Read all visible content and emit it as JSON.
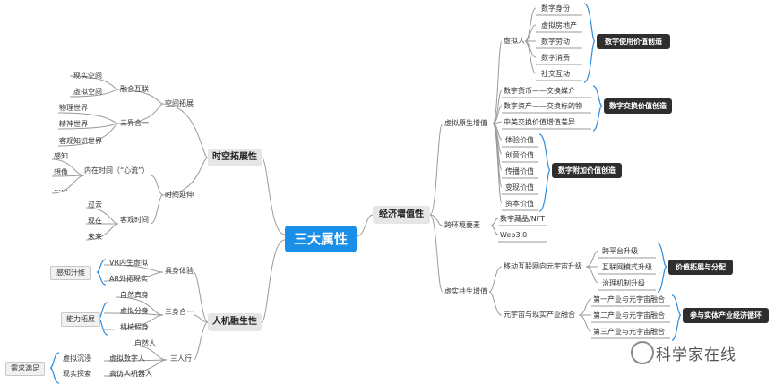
{
  "center": "三大属性",
  "left": {
    "space_time": {
      "title": "时空拓展性",
      "space": {
        "label": "空间拓展",
        "fusion": {
          "label": "融合互联",
          "items": [
            "现实空间",
            "虚拟空间"
          ]
        },
        "three_worlds": {
          "label": "三界合一",
          "items": [
            "物理世界",
            "精神世界",
            "客观知识世界"
          ]
        }
      },
      "time": {
        "label": "时间延伸",
        "inner": {
          "label": "内在时间（“心流”）",
          "items": [
            "感知",
            "想像",
            "……"
          ]
        },
        "objective": {
          "label": "客观时间",
          "items": [
            "过去",
            "现在",
            "未来"
          ]
        }
      }
    },
    "human_machine": {
      "title": "人机融生性",
      "embodied": {
        "label": "具身体验",
        "items": [
          "VR内生虚拟",
          "AR外拓现实"
        ],
        "tag": "感知升维"
      },
      "three_bodies": {
        "label": "三身合一",
        "items": [
          "自然真身",
          "虚拟分身",
          "机械假身"
        ],
        "tag": "能力拓展"
      },
      "three_people": {
        "label": "三人行",
        "items": [
          "自然人",
          "虚拟数字人",
          "高仿人机器人"
        ],
        "paired": [
          "虚拟沉浸",
          "现实探索"
        ],
        "tag": "需求满足"
      }
    }
  },
  "right": {
    "economic": {
      "title": "经济增值性",
      "virtual_native": {
        "label": "虚拟原生增值",
        "virtual_person": {
          "label": "虚拟人",
          "items": [
            "数字身份",
            "虚拟房地产",
            "数字劳动",
            "数字消费",
            "社交互动"
          ]
        },
        "exchange_items": [
          "数字货币——交换媒介",
          "数字资产——交换标的物",
          "中美交换价值增值差异"
        ],
        "value_items": [
          "体验价值",
          "创意价值",
          "传播价值",
          "变现价值",
          "资本价值"
        ]
      },
      "cross": {
        "label": "跨环境要素",
        "items": [
          "数字藏品/NFT",
          "Web3.0"
        ]
      },
      "virtual_real": {
        "label": "虚实共生增值",
        "mobile": {
          "label": "移动互联网向元宇宙升级",
          "items": [
            "跨平台升级",
            "互联网模式升级",
            "治理机制升级"
          ]
        },
        "industry": {
          "label": "元宇宙与现实产业融合",
          "items": [
            "第一产业与元宇宙融合",
            "第二产业与元宇宙融合",
            "第三产业与元宇宙融合"
          ]
        }
      }
    },
    "results": [
      "数字使用价值创造",
      "数字交换价值创造",
      "数字附加价值创造",
      "价值拓展与分配",
      "参与实体产业经济循环"
    ]
  },
  "watermark": "科学家在线",
  "colors": {
    "center": "#1a8fe8",
    "line": "#9a9a9a",
    "dark_box": "#2e2e2e",
    "main_box": "#e6e6e6",
    "accent_bracket": "#2b8ce0"
  }
}
